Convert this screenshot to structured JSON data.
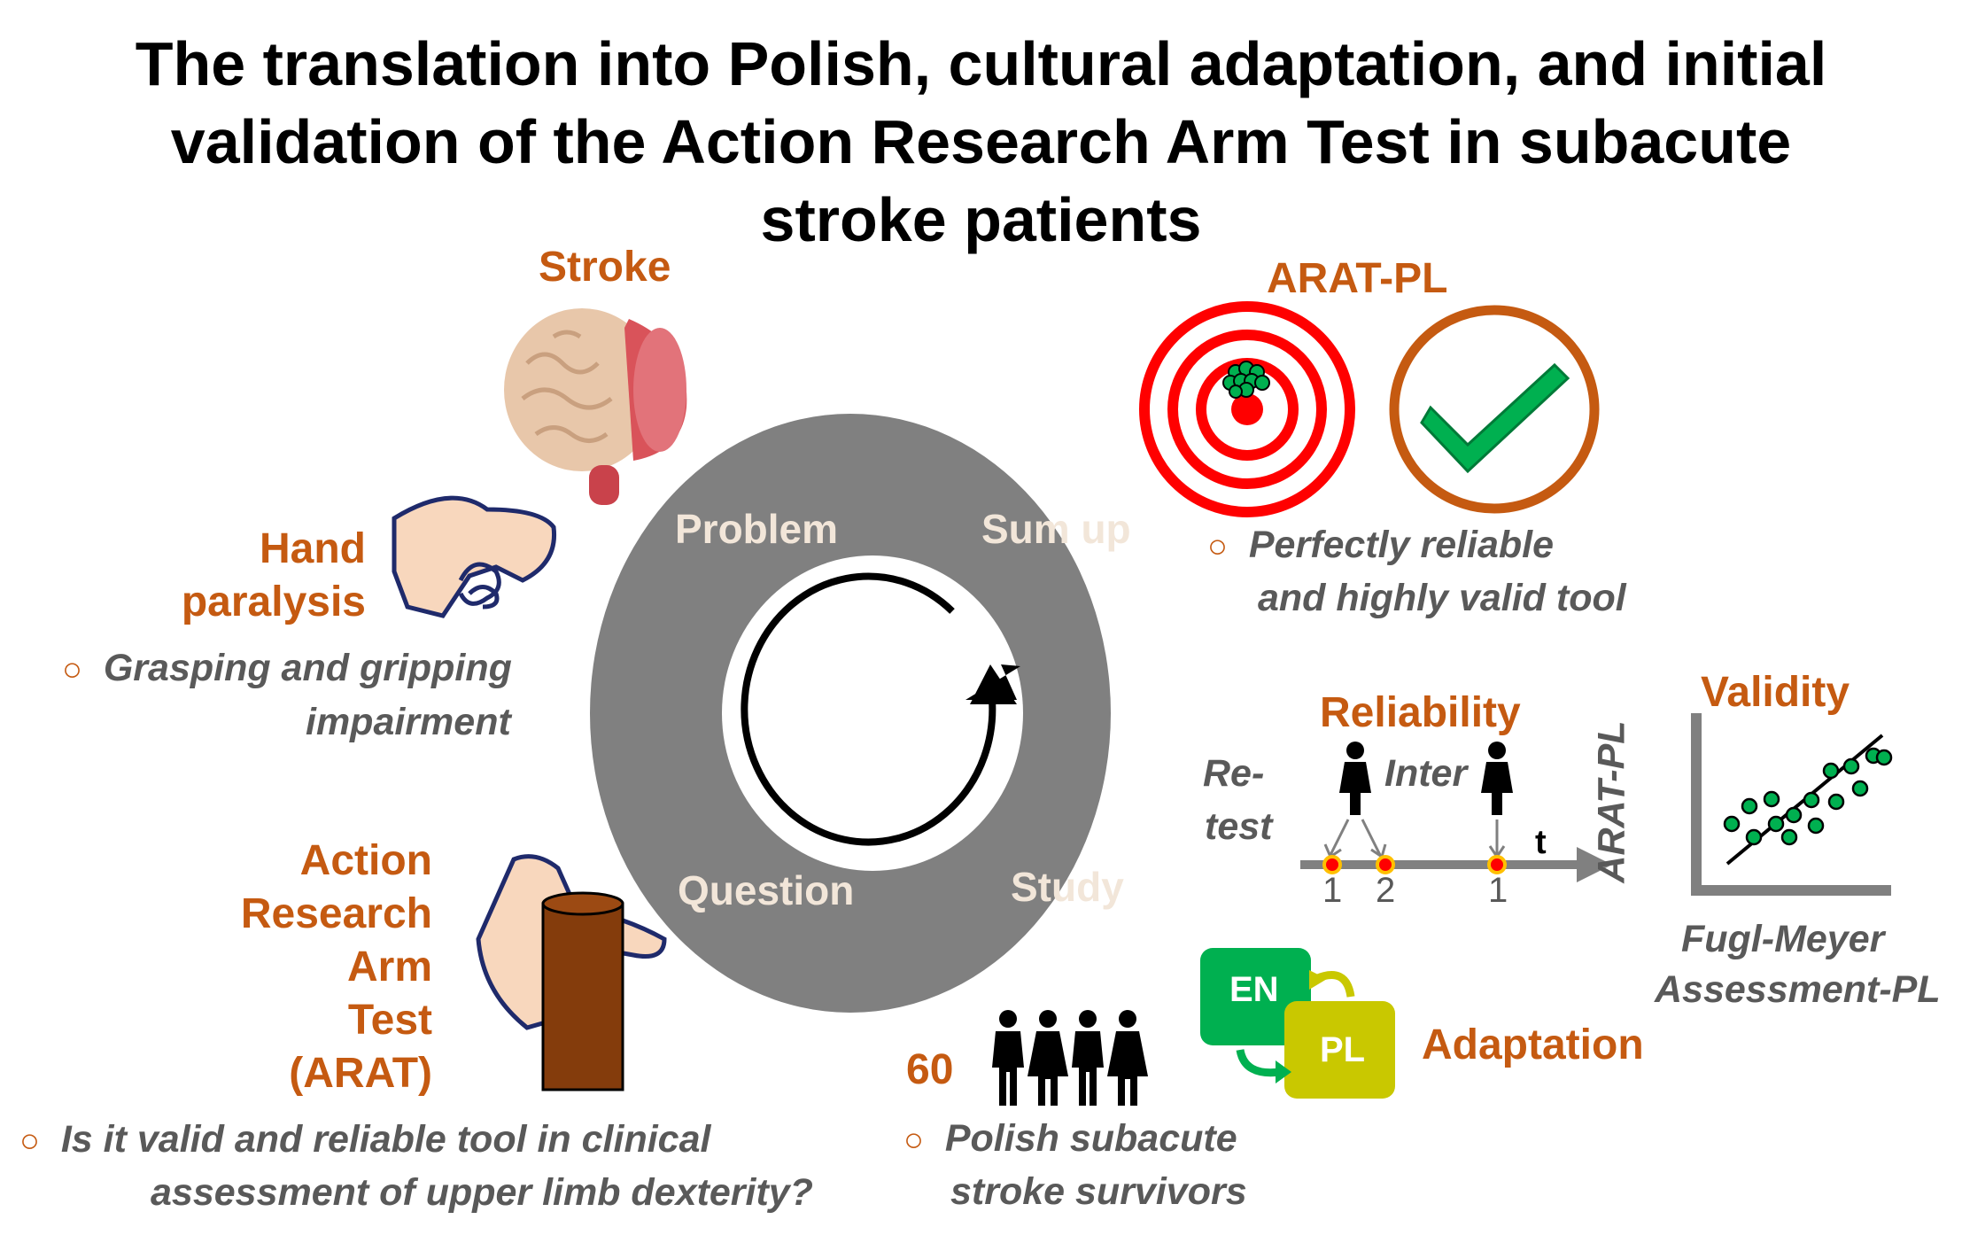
{
  "title": {
    "line1": "The translation into Polish, cultural adaptation, and initial",
    "line2": "validation of the Action Research Arm Test in subacute",
    "line3": "stroke patients"
  },
  "cycle": {
    "problem": "Problem",
    "sum_up": "Sum up",
    "question": "Question",
    "study": "Study"
  },
  "stroke": {
    "label": "Stroke"
  },
  "hand": {
    "label_line1": "Hand",
    "label_line2": "paralysis",
    "note_line1": "Grasping and gripping",
    "note_line2": "impairment"
  },
  "arat": {
    "label_line1": "Action",
    "label_line2": "Research",
    "label_line3": "Arm",
    "label_line4": "Test",
    "label_line5": "(ARAT)",
    "question_line1": "Is it valid and reliable tool in clinical",
    "question_line2": "assessment of upper limb dexterity?"
  },
  "arat_pl": {
    "label": "ARAT-PL",
    "summary_line1": "Perfectly reliable",
    "summary_line2": "and highly valid tool"
  },
  "reliability": {
    "label": "Reliability",
    "retest_line1": "Re-",
    "retest_line2": "test",
    "inter": "Inter",
    "time_label": "t",
    "tick1": "1",
    "tick2": "2",
    "tick3": "1"
  },
  "validity": {
    "label": "Validity",
    "y_label": "ARAT-PL",
    "x_label_line1": "Fugl-Meyer",
    "x_label_line2": "Assessment-PL"
  },
  "adaptation": {
    "label": "Adaptation",
    "en": "EN",
    "pl": "PL"
  },
  "study": {
    "count": "60",
    "note_line1": "Polish subacute",
    "note_line2": "stroke survivors"
  },
  "bullet_glyph": "○",
  "colors": {
    "accent_orange": "#c55a11",
    "ring_gray": "#808080",
    "target_red": "#ff0000",
    "check_green": "#00b050",
    "en_green": "#00b050",
    "pl_olive": "#c9c800"
  }
}
